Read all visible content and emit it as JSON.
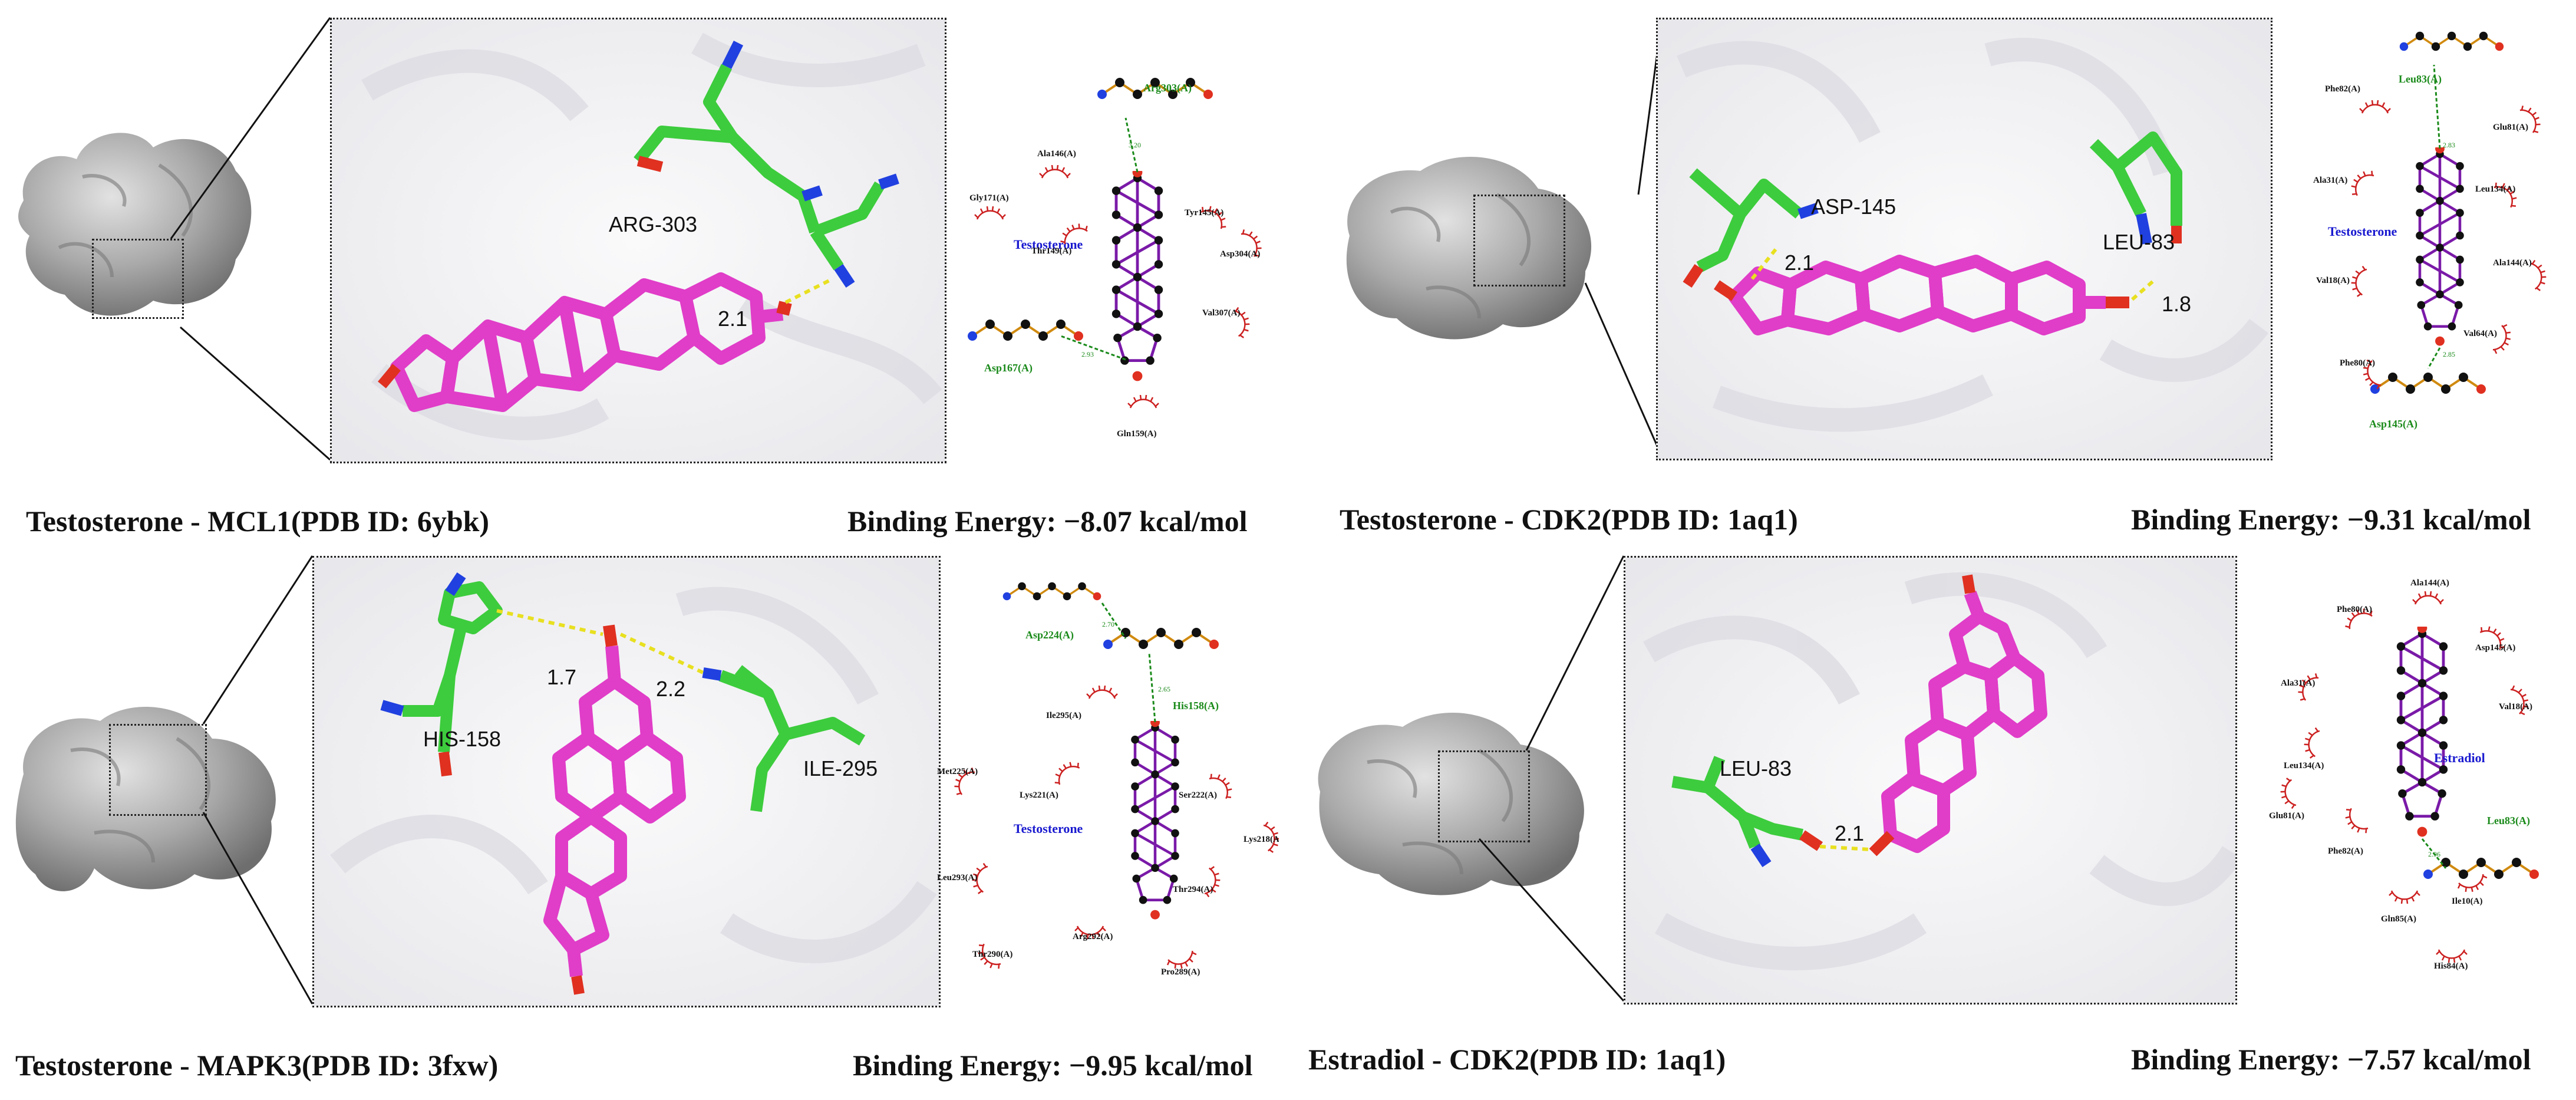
{
  "panels": [
    {
      "caption": "Testosterone - MCL1(PDB ID: 6ybk)",
      "energy": "Binding Energy: −8.07 kcal/mol",
      "residue3d": "ARG-303",
      "distances": [
        "2.1"
      ],
      "plot": {
        "ligand": "Testosterone",
        "hbond_residues": [
          "Arg303(A)",
          "Asp167(A)"
        ],
        "hbond_dists": [
          "3.20",
          "2.93"
        ],
        "hydrophobic": [
          "Ala146(A)",
          "Gly171(A)",
          "Thr149(A)",
          "Tyr145(A)",
          "Asp304(A)",
          "Val307(A)",
          "Gln159(A)"
        ]
      }
    },
    {
      "caption": "Testosterone - CDK2(PDB ID: 1aq1)",
      "energy": "Binding Energy: −9.31 kcal/mol",
      "residue3d_a": "ASP-145",
      "residue3d_b": "LEU-83",
      "distances": [
        "2.1",
        "1.8"
      ],
      "plot": {
        "ligand": "Testosterone",
        "hbond_residues": [
          "Leu83(A)",
          "Asp145(A)"
        ],
        "hbond_dists": [
          "2.83",
          "2.85"
        ],
        "hydrophobic": [
          "Phe82(A)",
          "Glu81(A)",
          "Ala31(A)",
          "Leu134(A)",
          "Ala144(A)",
          "Val18(A)",
          "Val64(A)",
          "Phe80(A)"
        ]
      }
    },
    {
      "caption": "Testosterone - MAPK3(PDB ID: 3fxw)",
      "energy": "Binding Energy: −9.95 kcal/mol",
      "residue3d_a": "HIS-158",
      "residue3d_b": "ILE-295",
      "distances": [
        "1.7",
        "2.2"
      ],
      "plot": {
        "ligand": "Testosterone",
        "hbond_residues": [
          "Asp224(A)",
          "His158(A)"
        ],
        "hbond_dists": [
          "2.70",
          "2.65"
        ],
        "hydrophobic": [
          "Ile295(A)",
          "Met225(A)",
          "Lys221(A)",
          "Ser222(A)",
          "Lys218(A)",
          "Leu293(A)",
          "Thr294(A)",
          "Arg292(A)",
          "Thr290(A)",
          "Pro289(A)"
        ]
      }
    },
    {
      "caption": "Estradiol - CDK2(PDB ID: 1aq1)",
      "energy": "Binding Energy: −7.57 kcal/mol",
      "residue3d": "LEU-83",
      "distances": [
        "2.1"
      ],
      "plot": {
        "ligand": "Estradiol",
        "hbond_residues": [
          "Leu83(A)"
        ],
        "hbond_dists": [
          "2.96"
        ],
        "hydrophobic": [
          "Ala144(A)",
          "Phe80(A)",
          "Asp145(A)",
          "Ala31(A)",
          "Val18(A)",
          "Leu134(A)",
          "Glu81(A)",
          "Phe82(A)",
          "Ile10(A)",
          "Gln85(A)",
          "His84(A)"
        ]
      }
    }
  ],
  "colors": {
    "ligand": "#e040c8",
    "carbon_residue": "#3dcc3d",
    "oxygen": "#e03020",
    "nitrogen": "#2040e0",
    "hbond": "#e8e020",
    "surface": "#a8a8a8",
    "plot_hbond_text": "#1a8a1a",
    "plot_ligand_text": "#1a1ad0",
    "hydrophobic_arc": "#cc2020"
  }
}
